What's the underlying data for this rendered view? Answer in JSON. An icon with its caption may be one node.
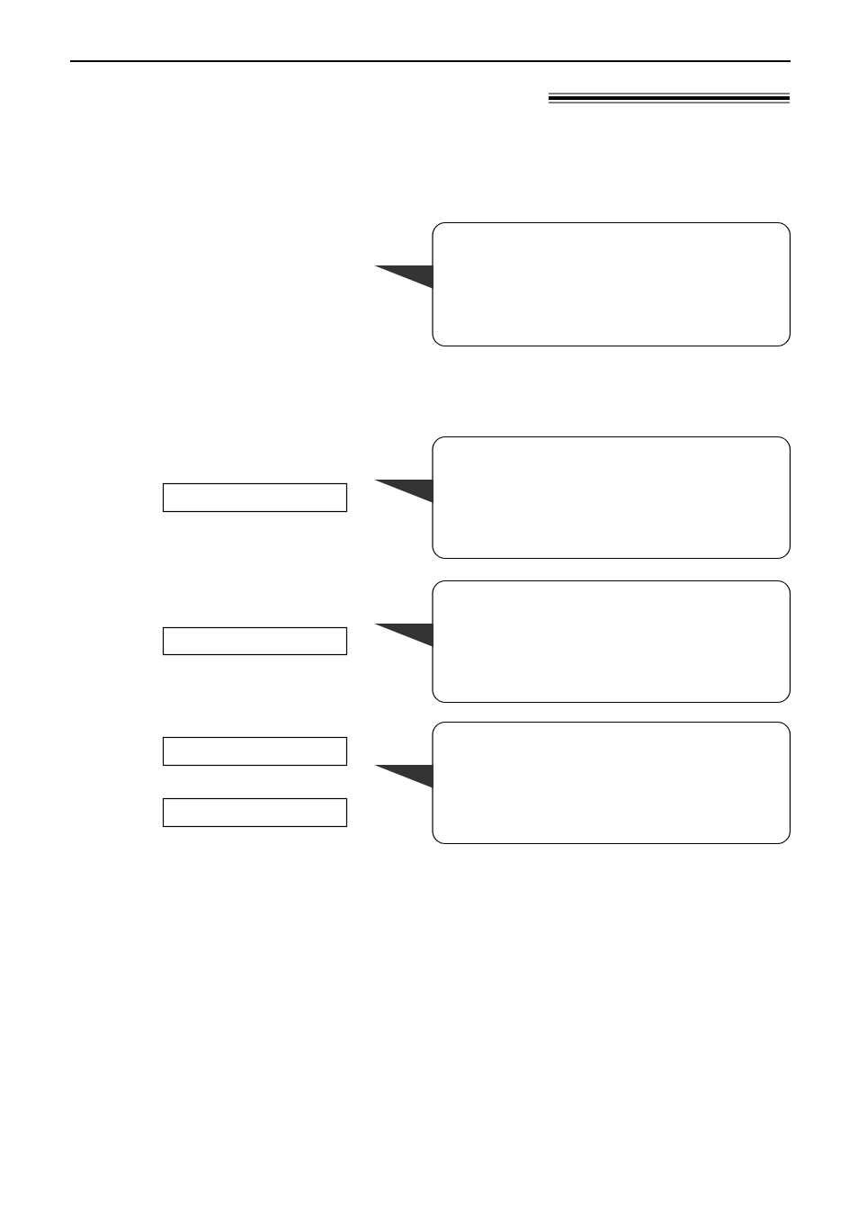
{
  "diagram": {
    "nodes": [
      {
        "text": [],
        "shape": "bubble"
      },
      {
        "text": [],
        "shape": "bubble"
      },
      {
        "text": [],
        "shape": "box"
      },
      {
        "text": [],
        "shape": "bubble"
      },
      {
        "text": [],
        "shape": "box"
      },
      {
        "text": [],
        "shape": "bubble"
      },
      {
        "text": [],
        "shape": "box"
      },
      {
        "text": [],
        "shape": "box"
      }
    ]
  }
}
